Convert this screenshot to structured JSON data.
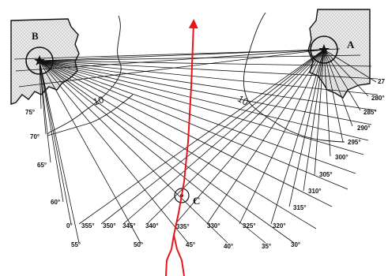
{
  "stations": {
    "a": {
      "label": "A"
    },
    "b": {
      "label": "B"
    },
    "c": {
      "label": "C"
    }
  },
  "depth_labels": {
    "left": "10",
    "right": "10"
  },
  "colors": {
    "track": "#e8141b",
    "lines": "#111111",
    "land_fill": "#e9e9e9"
  },
  "labels_from_a": [
    "27",
    "280°",
    "285°",
    "290°",
    "295°",
    "300°",
    "305°",
    "310°",
    "315°",
    "320°",
    "325°",
    "330°",
    "335°",
    "340°",
    "345°",
    "350°",
    "355°"
  ],
  "labels_from_b": [
    "75°",
    "70°",
    "65°",
    "60°",
    "0°",
    "55°",
    "50°",
    "45°",
    "40°",
    "35°",
    "30°"
  ]
}
